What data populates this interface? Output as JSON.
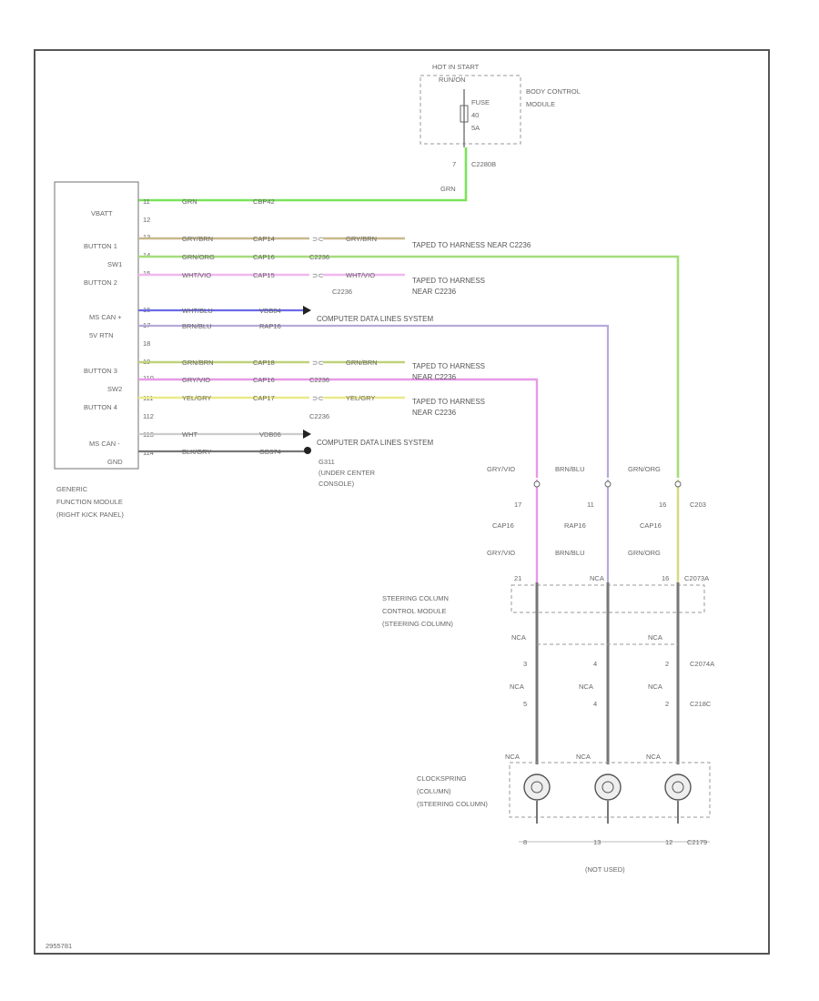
{
  "hot_start": {
    "line1": "HOT IN START",
    "line2": "RUN/ON",
    "fuse1": "FUSE",
    "fuse2": "40",
    "fuse3": "5A"
  },
  "bcm": {
    "line1": "BODY CONTROL",
    "line2": "MODULE",
    "connector": "C2280B",
    "pin": "7",
    "wire": "GRN"
  },
  "gfm": {
    "pins": [
      "VBATT",
      "BUTTON 1",
      "SW1",
      "BUTTON 2",
      "MS CAN +",
      "5V RTN",
      "BUTTON 3",
      "SW2",
      "BUTTON 4",
      "MS CAN -",
      "GND"
    ],
    "pinnums": [
      "11",
      "12",
      "13",
      "14",
      "15",
      "16",
      "17",
      "18",
      "19",
      "110",
      "111",
      "112",
      "113",
      "114"
    ],
    "label1": "GENERIC",
    "label2": "FUNCTION MODULE",
    "label3": "(RIGHT KICK PANEL)"
  },
  "wires": [
    {
      "color": "GRN",
      "circuit": "CBP42"
    },
    {
      "color": "GRY/BRN",
      "circuit": "CAP14",
      "color2": "GRY/BRN"
    },
    {
      "color": "GRN/ORG",
      "circuit": "CAP16",
      "splice": "C2236"
    },
    {
      "color": "WHT/VIO",
      "circuit": "CAP15",
      "color2": "WHT/VIO"
    },
    {
      "color": "WHT/BLU",
      "circuit": "VDB04"
    },
    {
      "color": "BRN/BLU",
      "circuit": "RAP16"
    },
    {
      "color": "GRN/BRN",
      "circuit": "CAP18",
      "color2": "GRN/BRN"
    },
    {
      "color": "GRY/VIO",
      "circuit": "CAP16",
      "splice": "C2236"
    },
    {
      "color": "YEL/GRY",
      "circuit": "CAP17",
      "color2": "YEL/GRY"
    },
    {
      "color": "WHT",
      "circuit": "VDB06"
    },
    {
      "color": "BLK/GRY",
      "circuit": "GD374"
    }
  ],
  "notes": {
    "taped1": "TAPED TO HARNESS NEAR C2236",
    "taped2a": "TAPED TO HARNESS",
    "taped2b": "NEAR C2236",
    "c2236a": "C2236",
    "cdl1": "COMPUTER DATA LINES SYSTEM",
    "taped3a": "TAPED TO HARNESS",
    "taped3b": "NEAR C2236",
    "taped4a": "TAPED TO HARNESS",
    "taped4b": "NEAR C2236",
    "c2236b": "C2236",
    "cdl2": "COMPUTER DATA LINES SYSTEM",
    "g1": "G311",
    "g2": "(UNDER CENTER",
    "g3": "CONSOLE)"
  },
  "right": {
    "top_colors": [
      "GRY/VIO",
      "BRN/BLU",
      "GRN/ORG"
    ],
    "pins": [
      "17",
      "11",
      "16"
    ],
    "c": "C203",
    "circuits": [
      "CAP16",
      "RAP16",
      "CAP16"
    ],
    "bottom_colors": [
      "GRY/VIO",
      "BRN/BLU",
      "GRN/ORG"
    ],
    "sccm_pins": [
      "21",
      "NCA",
      "16"
    ],
    "sccm_conn": "C2073A",
    "sccm1": "STEERING COLUMN",
    "sccm2": "CONTROL MODULE",
    "sccm3": "(STEERING COLUMN)",
    "nca_row": [
      "NCA",
      "NCA"
    ],
    "pin2": [
      "3",
      "4",
      "2"
    ],
    "c2": "C2074A",
    "nca2": [
      "NCA",
      "NCA",
      "NCA"
    ],
    "pin3": [
      "5",
      "4",
      "2"
    ],
    "c3": "C218C",
    "nca3": [
      "NCA",
      "NCA",
      "NCA"
    ],
    "cs1": "CLOCKSPRING",
    "cs2": "(COLUMN)",
    "cs3": "(STEERING COLUMN)",
    "bot_pins": [
      "8",
      "13",
      "12"
    ],
    "c4": "C2179",
    "not_used": "(NOT USED)"
  },
  "footer": {
    "code": "2955781"
  }
}
